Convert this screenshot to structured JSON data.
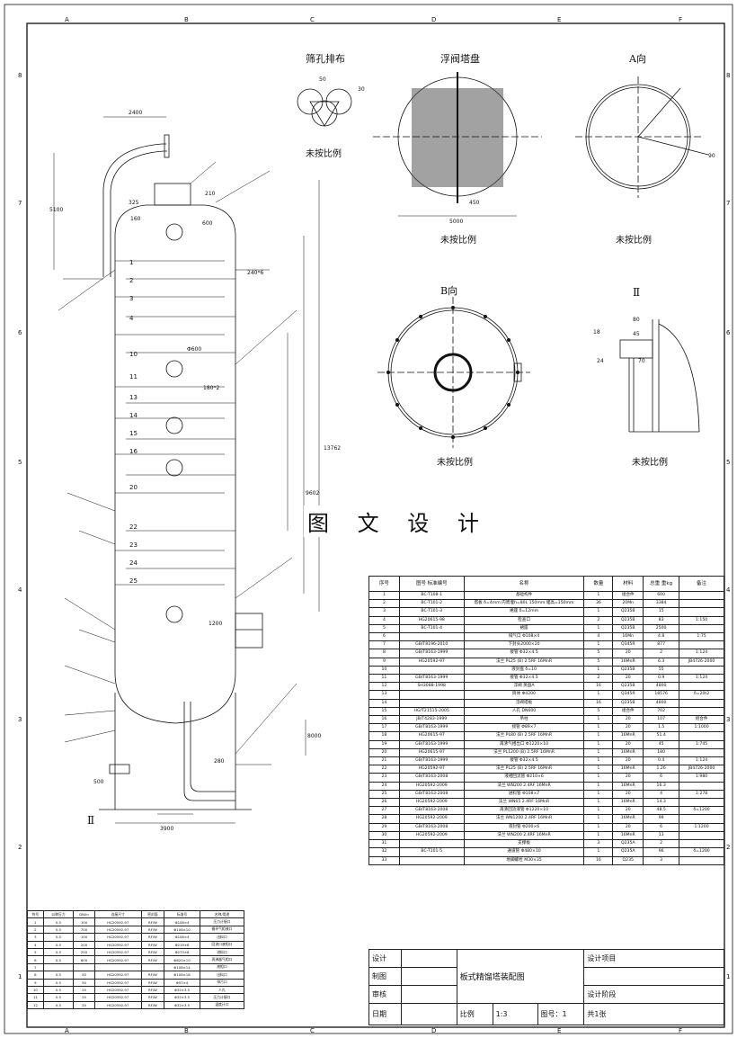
{
  "border": {
    "top": [
      "A",
      "B",
      "C",
      "D",
      "E",
      "F"
    ],
    "bottom": [
      "A",
      "B",
      "C",
      "D",
      "E",
      "F"
    ],
    "left": [
      "8",
      "7",
      "6",
      "5",
      "4",
      "3",
      "2",
      "1"
    ],
    "right": [
      "8",
      "7",
      "6",
      "5",
      "4",
      "3",
      "2",
      "1"
    ]
  },
  "views": {
    "sieve": "筛孔排布",
    "valve": "浮阀塔盘",
    "a_view": "A向",
    "b_view": "B向",
    "detail": "Ⅱ",
    "scale_note": "未按比例"
  },
  "watermark": "图 文 设 计",
  "dims": {
    "d2400": "2400",
    "d50": "50",
    "d30": "30",
    "d5000": "5000",
    "d450": "450",
    "d90": "90",
    "d5100": "5100",
    "d325": "325",
    "d160": "160",
    "d600": "600",
    "d210": "210",
    "d13762": "13762",
    "d9602": "9602",
    "d3900": "3900",
    "d1200": "1200",
    "d280": "280",
    "d8000": "8000",
    "d500": "500",
    "d18": "18",
    "d80": "80",
    "d45": "45",
    "d24": "24",
    "d70": "70",
    "d240": "240*6",
    "d180": "180*2",
    "dphi": "Φ600"
  },
  "tray_numbers": [
    "1",
    "2",
    "3",
    "4",
    "10",
    "11",
    "13",
    "14",
    "15",
    "16",
    "20",
    "22",
    "23",
    "24",
    "25"
  ],
  "bom": {
    "headers": [
      "序号",
      "图号 标准编号",
      "名称",
      "数量",
      "材料",
      "总重 重kg",
      "备注"
    ],
    "rows": [
      [
        "1",
        "BC-T108-1",
        "基础构件",
        "1",
        "组合件",
        "600",
        ""
      ],
      [
        "2",
        "BC-T101-2",
        "塔板 δ=4mm 内周堰h=80L 150mm 堰高=150mm",
        "36",
        "20Mn",
        "3384",
        "",
        ""
      ],
      [
        "3",
        "BC-T101-3",
        "裙座 δ=12mm",
        "1",
        "Q235B",
        "15",
        ""
      ],
      [
        "4",
        "HG20615-98",
        "检查口",
        "2",
        "Q235B",
        "83",
        "1:150"
      ],
      [
        "5",
        "BC-T101-4",
        "裙座",
        "1",
        "Q235B",
        "2500",
        ""
      ],
      [
        "6",
        "",
        "排气口 Φ108×4",
        "4",
        "16Mn",
        "4.8",
        "1:75"
      ],
      [
        "7",
        "GB/T8196-2010",
        "下封头2000×20",
        "1",
        "Q345R",
        "877",
        ""
      ],
      [
        "8",
        "GB/T8163-1999",
        "接管 Φ32×4.5",
        "5",
        "20",
        "2",
        "1:124"
      ],
      [
        "9",
        "HG20592-97",
        "法兰 PL25 (B) 2.5RF 16MnR",
        "5",
        "16MnR",
        "6.3",
        "JB4726-2000"
      ],
      [
        "10",
        "",
        "液封盘 δ=10",
        "1",
        "Q235B",
        "55",
        ""
      ],
      [
        "11",
        "GB/T8163-1999",
        "接管 Φ32×4.5",
        "2",
        "20",
        "0.9",
        "1:124"
      ],
      [
        "12",
        "SH3088-1998",
        "浮阀 蒸盘A",
        "16",
        "Q235B",
        "4800",
        ""
      ],
      [
        "13",
        "",
        "筒体 Φ4200",
        "1",
        "Q345R",
        "18576",
        "δ=20t2"
      ],
      [
        "14",
        "",
        "浮阀塔板",
        "16",
        "Q235B",
        "4800",
        ""
      ],
      [
        "15",
        "HG/T21515-2005",
        "人孔 DN600",
        "5",
        "组合件",
        "702",
        ""
      ],
      [
        "16",
        "JB/T4283-1999",
        "吊柱",
        "1",
        "20",
        "107",
        "组合件"
      ],
      [
        "17",
        "GB/T8163-1999",
        "接管 Φ89×7",
        "1",
        "20",
        "1.5",
        "1:1000"
      ],
      [
        "18",
        "HG20615-97",
        "法兰 PL80 (B) 2.5RF 16MnR",
        "1",
        "16MnR",
        "51.4",
        ""
      ],
      [
        "19",
        "GB/T8163-1999",
        "再沸气相出口 Φ1220×10",
        "1",
        "20",
        "45",
        "1:745"
      ],
      [
        "20",
        "HG20615-97",
        "法兰 PL1200 (B) 2.5RF 16MnR",
        "1",
        "16MnR",
        "180",
        ""
      ],
      [
        "21",
        "GB/T8163-1999",
        "接管 Φ32×4.5",
        "1",
        "20",
        "0.4",
        "1:124"
      ],
      [
        "22",
        "HG20592-97",
        "法兰 PL25 (B) 2.5RF 16MnR",
        "1",
        "16MnR",
        "1.26",
        "JB4726-2000"
      ],
      [
        "23",
        "GB/T8163-2008",
        "液相回流管 Φ210×6",
        "1",
        "20",
        "6",
        "1:980"
      ],
      [
        "24",
        "HG20592-2009",
        "法兰 WN200 2.4RF 16MnR",
        "1",
        "16MnR",
        "16.3",
        ""
      ],
      [
        "25",
        "GB/T8163-2008",
        "进料管 Φ108×7",
        "1",
        "20",
        "4",
        "1:278"
      ],
      [
        "26",
        "HG20592-2009",
        "法兰 WN65 2.4RF 16MnR",
        "1",
        "16MnR",
        "14.3",
        ""
      ],
      [
        "27",
        "GB/T8163-2008",
        "再沸回流液管 Φ1220×10",
        "1",
        "20",
        "48.5",
        "δ=1200"
      ],
      [
        "28",
        "HG20592-2009",
        "法兰 WN1200 2.4RF 16MnR",
        "1",
        "16MnR",
        "99",
        ""
      ],
      [
        "29",
        "GB/T8163-2008",
        "液封管 Φ200×6",
        "1",
        "20",
        "6",
        "1:1200"
      ],
      [
        "30",
        "HG20592-2009",
        "法兰 WN200 2.4RF 16MnR",
        "1",
        "16MnR",
        "13",
        ""
      ],
      [
        "31",
        "",
        "支撑板",
        "3",
        "Q235A",
        "2",
        ""
      ],
      [
        "32",
        "BC-T101-5",
        "通道管 Φ480×10",
        "1",
        "Q235A",
        "96",
        "δ=1200"
      ],
      [
        "33",
        "",
        "地脚螺栓 M30×35",
        "16",
        "Q235",
        "3",
        ""
      ]
    ]
  },
  "nozzle_table": {
    "headers": [
      "符号",
      "公称压力",
      "DN/in",
      "连接尺寸",
      "密封面",
      "标准号",
      "名称/用途"
    ],
    "rows": [
      [
        "1",
        "0.5",
        "100",
        "HG20592-97",
        "RF/W",
        "Φ108×4",
        "压力计接口"
      ],
      [
        "2",
        "0.5",
        "700",
        "HG20592-97",
        "RF/W",
        "Φ108×10",
        "循环气相液口"
      ],
      [
        "3",
        "0.5",
        "100",
        "HG20592-97",
        "RF/W",
        "Φ108×4",
        "出料口"
      ],
      [
        "4",
        "0.5",
        "200",
        "HG20592-97",
        "RF/W",
        "Φ219×6",
        "回流口液相口"
      ],
      [
        "5",
        "0.5",
        "250",
        "HG20592-97",
        "RF/W",
        "Φ273×8",
        "进料口"
      ],
      [
        "6",
        "0.5",
        "800",
        "HG20592-97",
        "RF/W",
        "Φ820×10",
        "再沸器气相口"
      ],
      [
        "7",
        "",
        "",
        "",
        "",
        "Φ108×14",
        "液相口"
      ],
      [
        "8",
        "0.5",
        "50",
        "HG20592-97",
        "RF/W",
        "Φ108×18",
        "出料口"
      ],
      [
        "9",
        "0.5",
        "50",
        "HG20592-97",
        "RF/W",
        "Φ57×4",
        "排污口"
      ],
      [
        "10",
        "0.5",
        "25",
        "HG20592-97",
        "RF/W",
        "Φ32×3.5",
        "人孔"
      ],
      [
        "11",
        "0.5",
        "25",
        "HG20592-97",
        "RF/W",
        "Φ32×3.5",
        "压力计接口"
      ],
      [
        "12",
        "0.5",
        "25",
        "HG20592-97",
        "RF/W",
        "Φ32×3.5",
        "温度计口"
      ]
    ]
  },
  "title_block": {
    "design": "设计",
    "drawing": "制图",
    "review": "审核",
    "date": "日期",
    "title": "板式精馏塔装配图",
    "project": "设计项目",
    "stage": "设计阶段",
    "scale_label": "比例",
    "scale": "1:3",
    "sheet_no": "图号：1",
    "sheets": "共1张"
  }
}
